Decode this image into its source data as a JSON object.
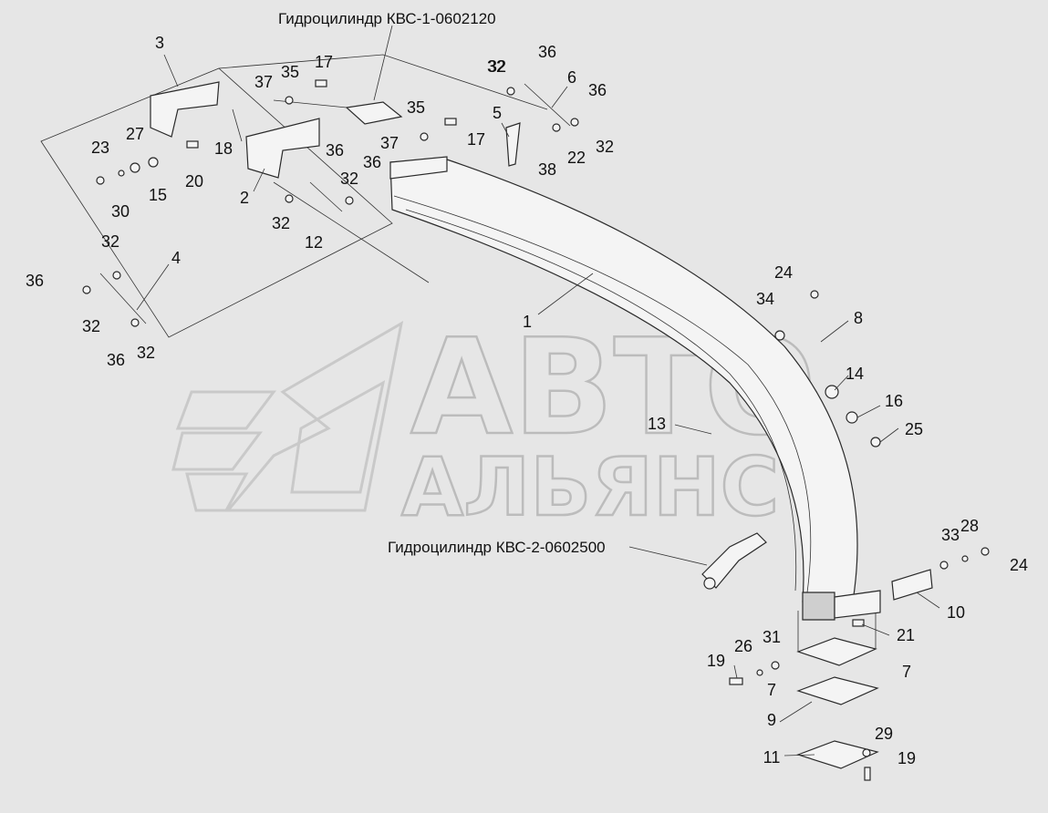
{
  "titles": {
    "cyl1": "Гидроцилиндр КВС-1-0602120",
    "cyl2": "Гидроцилиндр КВС-2-0602500"
  },
  "watermark": {
    "line1": "АВТО",
    "line2": "АЛЬЯНС"
  },
  "callouts": [
    "1",
    "2",
    "3",
    "4",
    "5",
    "6",
    "7",
    "7",
    "8",
    "9",
    "10",
    "11",
    "12",
    "13",
    "14",
    "15",
    "16",
    "17",
    "17",
    "18",
    "19",
    "19",
    "20",
    "21",
    "22",
    "23",
    "24",
    "24",
    "25",
    "26",
    "27",
    "28",
    "29",
    "30",
    "31",
    "32",
    "32",
    "32",
    "32",
    "32",
    "32",
    "32",
    "32",
    "33",
    "34",
    "35",
    "35",
    "36",
    "36",
    "36",
    "36",
    "36",
    "36",
    "37",
    "37",
    "38"
  ],
  "colors": {
    "background": "#e6e6e6",
    "line": "#2a2a2a",
    "watermark": "#c9c9c9"
  }
}
